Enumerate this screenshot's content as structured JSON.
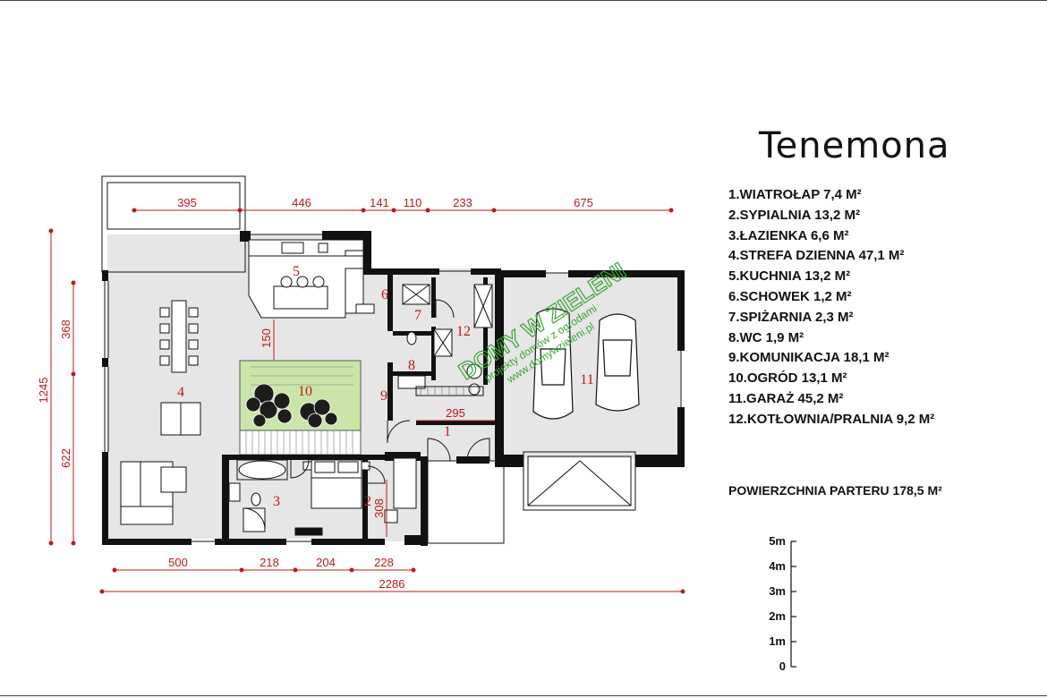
{
  "title": "Tenemona",
  "rooms": [
    {
      "number": "1",
      "label": "1.WIATROŁAP  7,4 M²"
    },
    {
      "number": "2",
      "label": "2.SYPIALNIA 13,2 M²"
    },
    {
      "number": "3",
      "label": "3.ŁAZIENKA 6,6 M²"
    },
    {
      "number": "4",
      "label": "4.STREFA DZIENNA 47,1 M²"
    },
    {
      "number": "5",
      "label": "5.KUCHNIA  13,2 M²"
    },
    {
      "number": "6",
      "label": "6.SCHOWEK 1,2 M²"
    },
    {
      "number": "7",
      "label": "7.SPIŻARNIA 2,3 M²"
    },
    {
      "number": "8",
      "label": "8.WC 1,9 M²"
    },
    {
      "number": "9",
      "label": "9.KOMUNIKACJA 18,1 M²"
    },
    {
      "number": "10",
      "label": "10.OGRÓD 13,1 M²"
    },
    {
      "number": "11",
      "label": "11.GARAŻ 45,2 M²"
    },
    {
      "number": "12",
      "label": "12.KOTŁOWNIA/PRALNIA 9,2 M²"
    }
  ],
  "total_area": "POWIERZCHNIA PARTERU 178,5  M²",
  "dimensions": {
    "top": [
      "395",
      "446",
      "141",
      "110",
      "233",
      "675"
    ],
    "bottom": [
      "500",
      "218",
      "204",
      "228"
    ],
    "overall_width": "2286",
    "left_overall": "1245",
    "left_upper": "368",
    "left_lower": "622",
    "inner_150": "150",
    "inner_295": "295",
    "inner_308": "308"
  },
  "scale_bar": [
    "5m",
    "4m",
    "3m",
    "2m",
    "1m",
    "0"
  ],
  "watermark": {
    "line1": "DOMY W ZIELENI",
    "line2": "projekty domów z ogrodami",
    "line3": "www.domywzieleni.pl"
  },
  "colors": {
    "wall": "#111111",
    "floor": "#e6e6e6",
    "garden": "#c9e6a8",
    "dimension": "#c01818",
    "room_number": "#c01818",
    "watermark": "#3aa535"
  }
}
